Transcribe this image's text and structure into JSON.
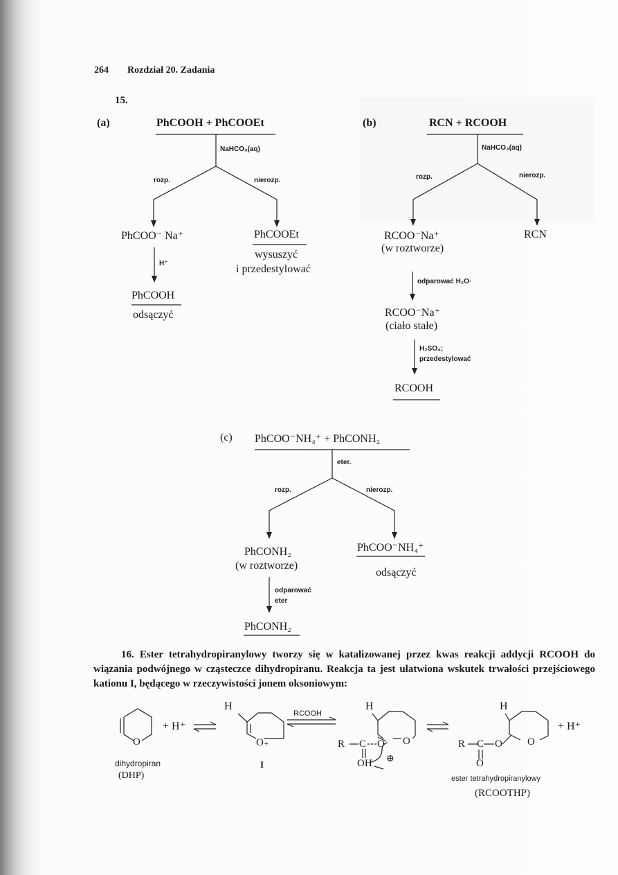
{
  "header": {
    "page_number": "264",
    "chapter": "Rozdział 20. Zadania"
  },
  "problem15": {
    "number": "15.",
    "a": {
      "label": "(a)",
      "mixture": "PhCOOH + PhCOOEt",
      "reagent": "NaHCO₃(aq)",
      "left_branch": "rozp.",
      "right_branch": "nierozp.",
      "left_product": "PhCOO⁻ Na⁺",
      "acid_step": "H⁺",
      "left_final": "PhCOOH",
      "left_final_note": "odsączyć",
      "right_product": "PhCOOEt",
      "right_note_1": "wysuszyć",
      "right_note_2": "i przedestylować"
    },
    "b": {
      "label": "(b)",
      "mixture": "RCN + RCOOH",
      "reagent": "NaHCO₃(aq)",
      "left_branch": "rozp.",
      "right_branch": "nierozp.",
      "left_product": "RCOO⁻Na⁺",
      "left_product_state": "(w roztworze)",
      "evaporate": "odparować H₂O·",
      "solid": "RCOO⁻Na⁺",
      "solid_state": "(ciało stałe)",
      "acid_step_1": "H₂SO₄;",
      "acid_step_2": "przedestylować",
      "final": "RCOOH",
      "right_product": "RCN"
    },
    "c": {
      "label": "(c)",
      "mixture": "PhCOO⁻NH₄⁺  + PhCONH₂",
      "reagent": "eter.",
      "left_branch": "rozp.",
      "right_branch": "nierozp.",
      "left_product": "PhCONH₂",
      "left_state": "(w roztworze)",
      "evaporate_1": "odparować",
      "evaporate_2": "eter",
      "left_final": "PhCONH₂",
      "right_product": "PhCOO⁻NH₄⁺",
      "right_note": "odsączyć"
    }
  },
  "problem16": {
    "number": "16.",
    "text": "Ester tetrahydropiranylowy tworzy się w katalizowanej przez kwas reakcji addycji RCOOH do wiązania podwójnego w cząsteczce dihydropiranu. Reakcja ta jest ułatwiona wskutek trwałości przejściowego kationu I, będącego w rzeczywistości jonem oksoniowym:",
    "scheme": {
      "plus_h": "+ H⁺",
      "dhp_name": "dihydropiran",
      "dhp_abbr": "(DHP)",
      "h_label": "H",
      "o_label": "O",
      "o_plus": "O₊",
      "cation_label": "I",
      "reagent": "RCOOH",
      "r_label": "R",
      "c_label": "C",
      "oh_label": "OH",
      "oplus": "⊕",
      "ester_name": "ester tetrahydropiranylowy",
      "ester_abbr": "(RCOOTHP)",
      "plus_h_end": "+ H⁺"
    }
  }
}
